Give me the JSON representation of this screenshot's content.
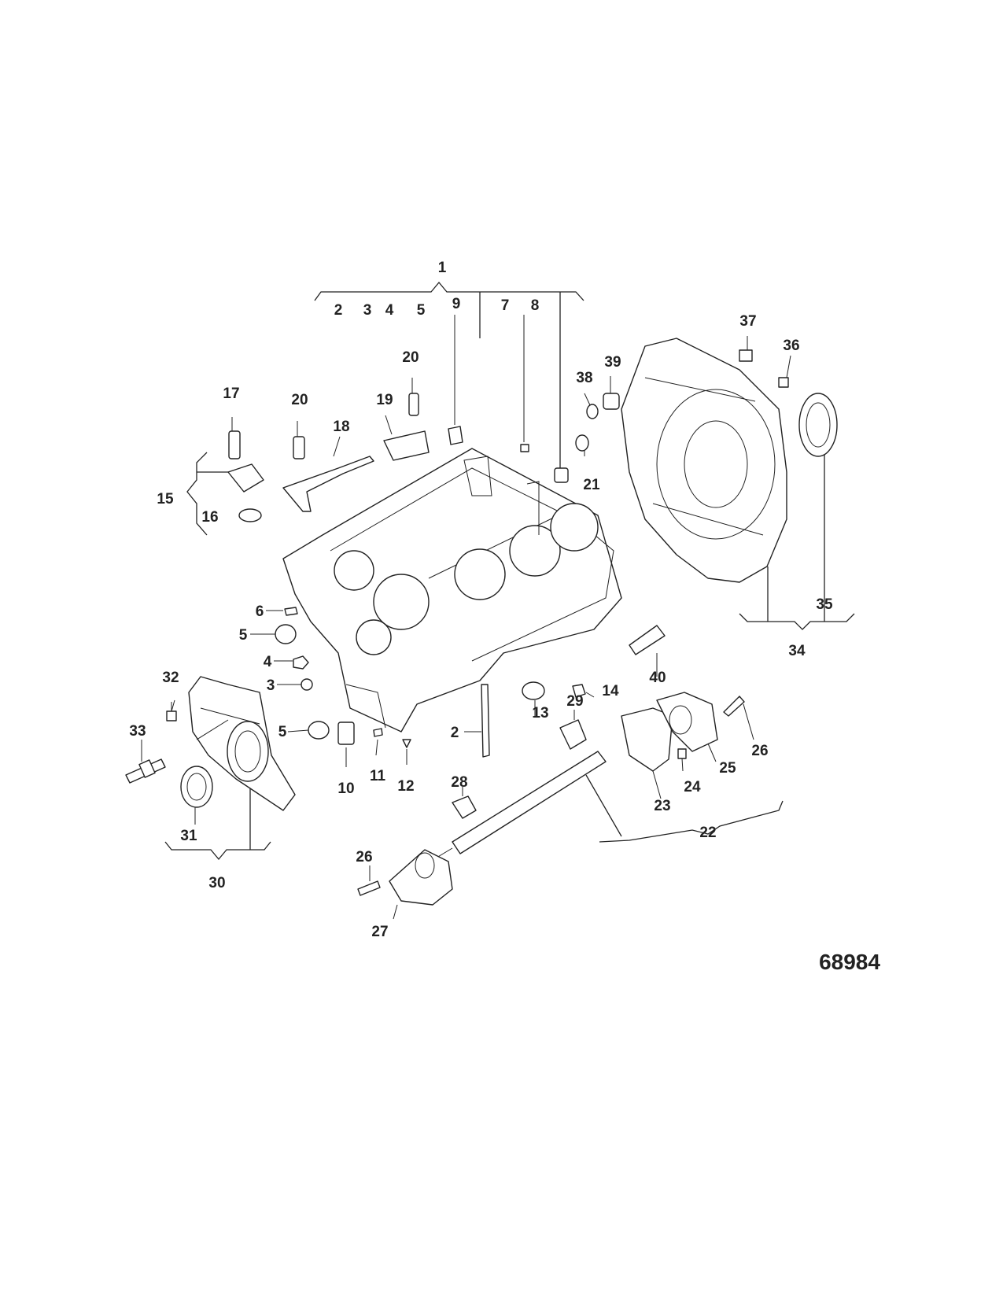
{
  "diagram_number": "68984",
  "callouts": [
    {
      "id": "c1",
      "text": "1"
    },
    {
      "id": "c2a",
      "text": "2"
    },
    {
      "id": "c3a",
      "text": "3"
    },
    {
      "id": "c4a",
      "text": "4"
    },
    {
      "id": "c5a",
      "text": "5"
    },
    {
      "id": "c9",
      "text": "9"
    },
    {
      "id": "c7",
      "text": "7"
    },
    {
      "id": "c8",
      "text": "8"
    },
    {
      "id": "c37",
      "text": "37"
    },
    {
      "id": "c36",
      "text": "36"
    },
    {
      "id": "c39",
      "text": "39"
    },
    {
      "id": "c38",
      "text": "38"
    },
    {
      "id": "c20a",
      "text": "20"
    },
    {
      "id": "c19",
      "text": "19"
    },
    {
      "id": "c20b",
      "text": "20"
    },
    {
      "id": "c17",
      "text": "17"
    },
    {
      "id": "c18",
      "text": "18"
    },
    {
      "id": "c21",
      "text": "21"
    },
    {
      "id": "c15",
      "text": "15"
    },
    {
      "id": "c16",
      "text": "16"
    },
    {
      "id": "c35",
      "text": "35"
    },
    {
      "id": "c6",
      "text": "6"
    },
    {
      "id": "c5b",
      "text": "5"
    },
    {
      "id": "c4b",
      "text": "4"
    },
    {
      "id": "c3b",
      "text": "3"
    },
    {
      "id": "c40",
      "text": "40"
    },
    {
      "id": "c34",
      "text": "34"
    },
    {
      "id": "c32",
      "text": "32"
    },
    {
      "id": "c14",
      "text": "14"
    },
    {
      "id": "c33",
      "text": "33"
    },
    {
      "id": "c5c",
      "text": "5"
    },
    {
      "id": "c29",
      "text": "29"
    },
    {
      "id": "c13",
      "text": "13"
    },
    {
      "id": "c2b",
      "text": "2"
    },
    {
      "id": "c26a",
      "text": "26"
    },
    {
      "id": "c25",
      "text": "25"
    },
    {
      "id": "c10",
      "text": "10"
    },
    {
      "id": "c11",
      "text": "11"
    },
    {
      "id": "c12",
      "text": "12"
    },
    {
      "id": "c24",
      "text": "24"
    },
    {
      "id": "c28",
      "text": "28"
    },
    {
      "id": "c23",
      "text": "23"
    },
    {
      "id": "c31",
      "text": "31"
    },
    {
      "id": "c22",
      "text": "22"
    },
    {
      "id": "c30",
      "text": "30"
    },
    {
      "id": "c26b",
      "text": "26"
    },
    {
      "id": "c27",
      "text": "27"
    }
  ]
}
